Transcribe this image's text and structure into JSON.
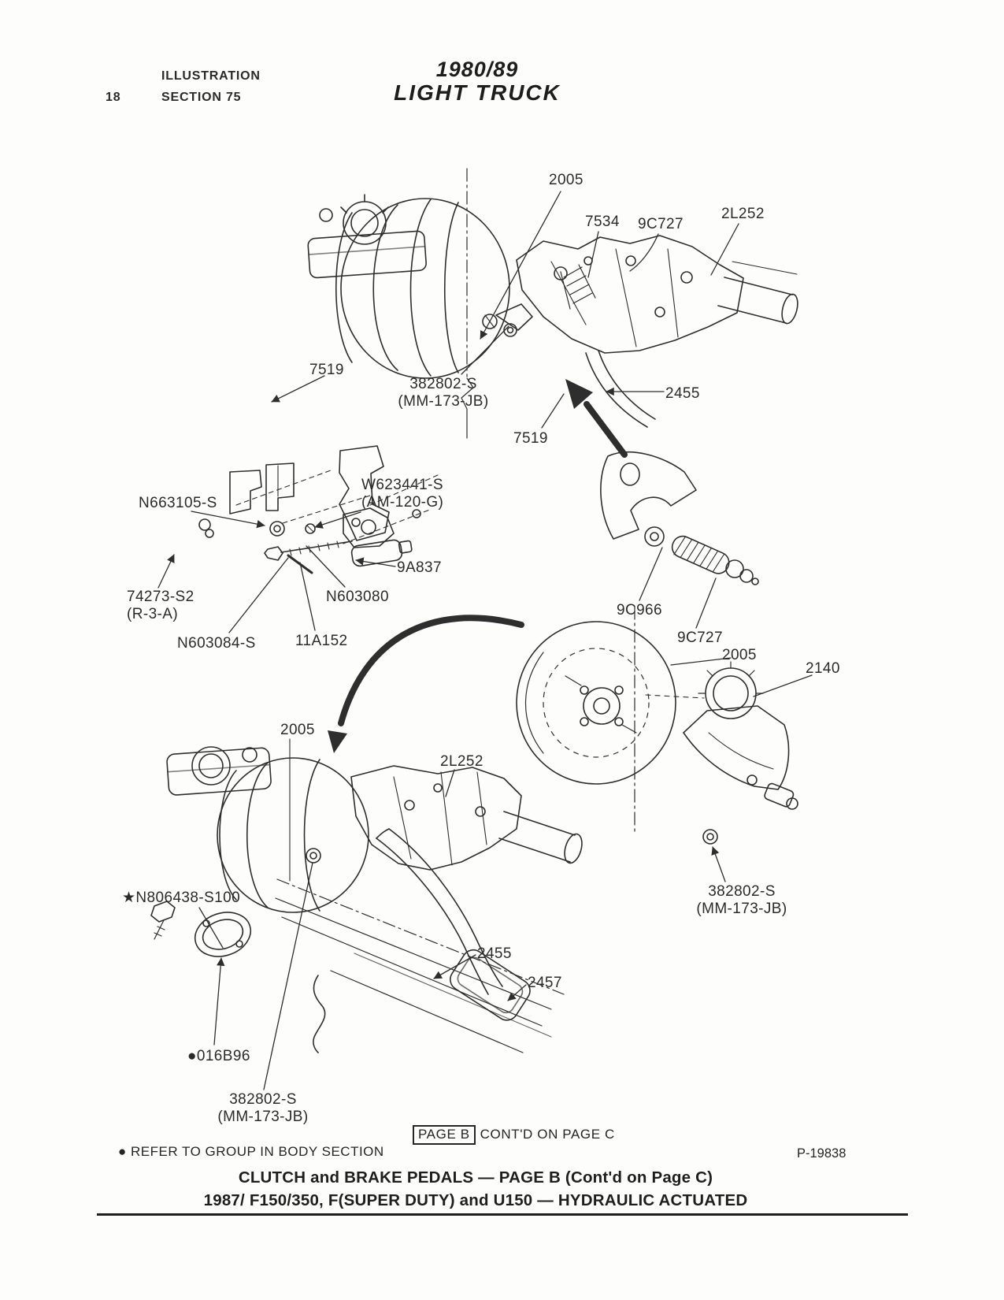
{
  "header": {
    "illustration": "ILLUSTRATION",
    "page_number": "18",
    "section": "SECTION 75",
    "year_range": "1980/89",
    "vehicle": "LIGHT TRUCK"
  },
  "callouts": {
    "c2005_top": "2005",
    "c7534": "7534",
    "c9c727_top": "9C727",
    "c2l252_top": "2L252",
    "c7519_a": "7519",
    "c382802_top_l1": "382802-S",
    "c382802_top_l2": "(MM-173-JB)",
    "c2455_top": "2455",
    "c7519_b": "7519",
    "n663105": "N663105-S",
    "w623441_l1": "W623441-S",
    "w623441_l2": "(AM-120-G)",
    "c9a837": "9A837",
    "n603080": "N603080",
    "c74273_l1": "74273-S2",
    "c74273_l2": "(R-3-A)",
    "n603084": "N603084-S",
    "c11a152": "11A152",
    "c9c966": "9C966",
    "c9c727_mid": "9C727",
    "c2005_mid": "2005",
    "c2140": "2140",
    "c2005_bot": "2005",
    "c2l252_bot": "2L252",
    "n806438": "★N806438-S100",
    "c382802_right_l1": "382802-S",
    "c382802_right_l2": "(MM-173-JB)",
    "c2455_bot": "2455",
    "c2457": "2457",
    "c016b96": "●016B96",
    "c382802_bot_l1": "382802-S",
    "c382802_bot_l2": "(MM-173-JB)"
  },
  "footer": {
    "page_box": "PAGE B",
    "contd": "CONT'D ON PAGE C",
    "note": "●  REFER TO GROUP IN BODY SECTION",
    "plate": "P-19838",
    "caption1": "CLUTCH and BRAKE PEDALS — PAGE B (Cont'd on Page C)",
    "caption2": "1987/ F150/350, F(SUPER DUTY) and U150 — HYDRAULIC ACTUATED"
  }
}
